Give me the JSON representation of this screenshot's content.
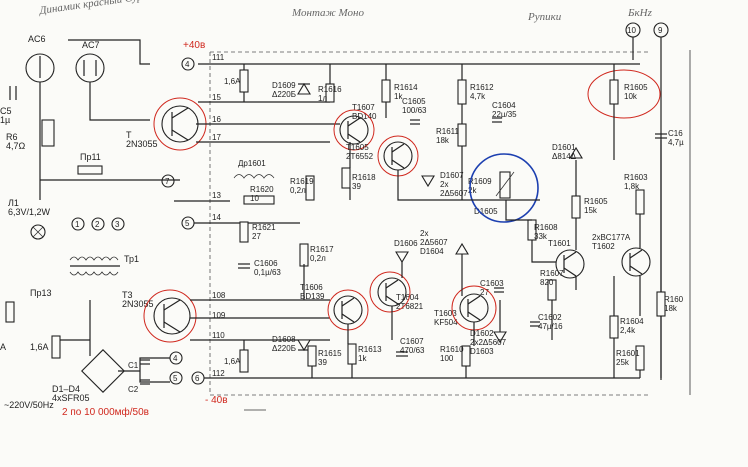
{
  "handwritten": {
    "top_left": "Динамик красный Сурамагнит",
    "top_mid": "Монтаж Моно",
    "top_right": "Рупики",
    "top_right2": "БкHz"
  },
  "annotations": {
    "plus_rail": "+40в",
    "minus_rail": "- 40в",
    "caps_note": "2 по 10 000мф/50в"
  },
  "terminals": [
    "4",
    "7",
    "5",
    "4",
    "5",
    "6",
    "10",
    "9",
    "1",
    "2",
    "3"
  ],
  "connectors": [
    "AC6",
    "AC7"
  ],
  "rails": {
    "top_pin": "111",
    "pin15": "15",
    "pin16": "16",
    "pin17": "17",
    "pin13": "13",
    "pin14": "14",
    "pin108": "108",
    "pin109": "109",
    "pin110": "110",
    "pin112": "112"
  },
  "components": {
    "fuse_top": "1,6A",
    "fuse_bot": "1,6A",
    "fuse_left": "1,6A",
    "d1609": "D1609\nΔ220Б",
    "d1608": "D1608\nΔ220Б",
    "r1616": "R1616\n1л",
    "r1614": "R1614\n1k",
    "t1607": "T1607\nBD140",
    "c1605": "C1605\n100/63",
    "t1605": "T1605\n2T6552",
    "r1618": "R1618\n39",
    "r1612": "R1612\n4,7k",
    "c1604": "C1604\n22µ/35",
    "r1611": "R1611\n18k",
    "d1607": "D1607\n2x\n2Δ5607",
    "r1609": "R1609\n2k",
    "d1605": "D1605",
    "dr1601": "Др1601",
    "r1620": "R1620\n10",
    "r1619": "R1619\n0,2л",
    "r1621": "R1621\n27",
    "c1606": "C1606\n0,1µ/63",
    "r1617": "R1617\n0,2л",
    "t1606": "T1606\nBD139",
    "d1606": "D1606",
    "d1604": "2x\n2Δ5607\nD1604",
    "t1604": "T1604\n2T6821",
    "c1603": "C1603\n27",
    "t1603": "T1603\nKF504",
    "r1615": "R1615\n39",
    "r1613": "R1613\n1k",
    "c1607": "C1607\n470/63",
    "d1602": "D1602\n2x2Δ5607\nD1603",
    "r1610": "R1610\n100",
    "r1608": "R1608\n33k",
    "t1601": "T1601",
    "r1607": "R1607\n820",
    "c1602": "C1602\n47µ/16",
    "t1602": "2хBC177A\nT1602",
    "r1605a": "R1605\n10k",
    "d1601": "D1601\nΔ814Δ",
    "r1605b": "R1605\n15k",
    "r1603": "R1603\n1,8k",
    "r1604": "R1604\n2,4k",
    "r1601": "R1601\n25k",
    "r160x": "R160\n18k",
    "c16x": "C16\n4,7µ",
    "t_top": "T\n2N3055",
    "t_bot": "T3\n2N3055",
    "c5": "C5\n1µ",
    "r6": "R6\n4,7Ω",
    "pr11": "Пр11",
    "l1": "Л1\n6,3V/1,2W",
    "tr1": "Тр1",
    "pr13": "Пр13",
    "bridge": "D1–D4\n4xSFR05",
    "mains": "~220V/50Hz",
    "c1": "C1",
    "c2": "C2",
    "a_left": "A"
  }
}
